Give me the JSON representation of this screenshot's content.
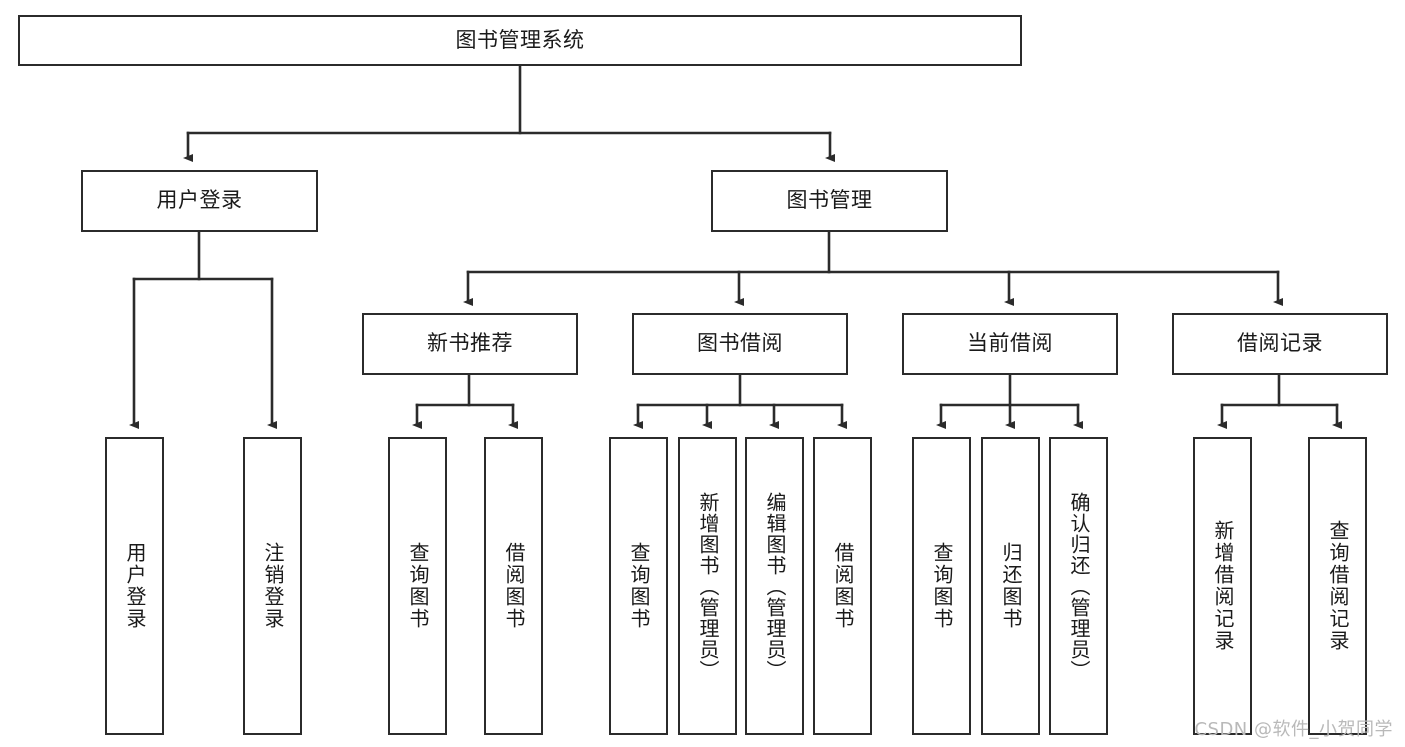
{
  "diagram": {
    "title": "图书管理系统",
    "type": "tree-hierarchy",
    "stroke_color": "#2b2b2b",
    "fill_color": "#ffffff",
    "text_color": "#1a1a1a"
  },
  "root": {
    "label": "图书管理系统"
  },
  "level1": [
    {
      "label": "用户登录"
    },
    {
      "label": "图书管理"
    }
  ],
  "level2": [
    {
      "label": "新书推荐"
    },
    {
      "label": "图书借阅"
    },
    {
      "label": "当前借阅"
    },
    {
      "label": "借阅记录"
    }
  ],
  "leaves": {
    "user_login": [
      {
        "label": "用户登录"
      },
      {
        "label": "注销登录"
      }
    ],
    "new_book_recommend": [
      {
        "label": "查询图书"
      },
      {
        "label": "借阅图书"
      }
    ],
    "book_borrow": [
      {
        "label": "查询图书"
      },
      {
        "label": "新增图书（管理员）"
      },
      {
        "label": "编辑图书（管理员）"
      },
      {
        "label": "借阅图书"
      }
    ],
    "current_borrow": [
      {
        "label": "查询图书"
      },
      {
        "label": "归还图书"
      },
      {
        "label": "确认归还（管理员）"
      }
    ],
    "borrow_record": [
      {
        "label": "新增借阅记录"
      },
      {
        "label": "查询借阅记录"
      }
    ]
  },
  "watermark": {
    "text": "CSDN @软件_小贺同学"
  }
}
